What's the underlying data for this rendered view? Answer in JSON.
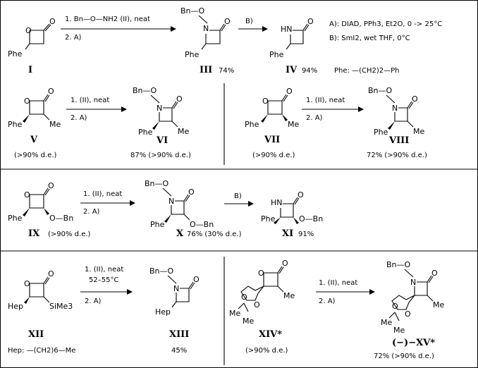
{
  "legend": {
    "a": "A):  DIAD, PPh3, Et2O, 0 -> 25°C",
    "b": "B):  SmI2, wet THF,  0°C",
    "phe": "Phe: —(CH2)2—Ph",
    "hep": "Hep: —(CH2)6—Me"
  },
  "atoms": {
    "O": "O",
    "N": "N",
    "HN": "HN",
    "BnO": "Bn—O",
    "Phe": "Phe",
    "Me": "Me",
    "Hep": "Hep",
    "SiMe3": "SiMe3",
    "OBn": "O—Bn"
  },
  "arrows": {
    "r1_top": "1. Bn—O—NH2 (II), neat",
    "r1_bottom": "2. A)",
    "b": "B)",
    "step1": "1. (II), neat",
    "step2": "2. A)",
    "temp": "52–55°C"
  },
  "compounds": {
    "I": "I",
    "III": "III",
    "III_yield": "74%",
    "IV": "IV",
    "IV_yield": "94%",
    "V": "V",
    "V_de": "(>90% d.e.)",
    "VI": "VI",
    "VI_yield": "87% (>90% d.e.)",
    "VII": "VII",
    "VII_de": "(>90% d.e.)",
    "VIII": "VIII",
    "VIII_yield": "72% (>90% d.e.)",
    "IX": "IX",
    "IX_de": "(>90% d.e.)",
    "X": "X",
    "X_yield": "76% (30% d.e.)",
    "XI": "XI",
    "XI_yield": "91%",
    "XII": "XII",
    "XIII": "XIII",
    "XIII_yield": "45%",
    "XIV": "XIV*",
    "XIV_de": "(>90% d.e.)",
    "XV": "(−)−XV*",
    "XV_yield": "72% (>90% d.e.)"
  }
}
